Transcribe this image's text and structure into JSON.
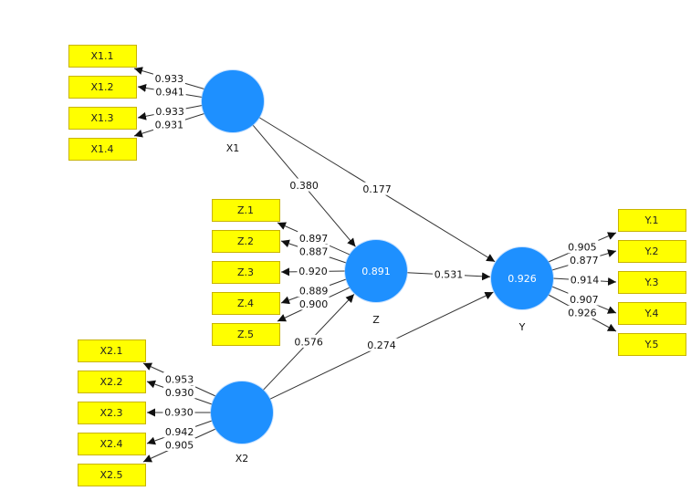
{
  "colors": {
    "latent_fill": "#1e90ff",
    "indicator_fill": "#ffff00",
    "indicator_border": "#c8b400",
    "edge": "#333333",
    "canvas": "#ffffff"
  },
  "latents": [
    {
      "id": "X1",
      "name": "X1",
      "r2": null
    },
    {
      "id": "Z",
      "name": "Z",
      "r2": "0.891"
    },
    {
      "id": "Y",
      "name": "Y",
      "r2": "0.926"
    },
    {
      "id": "X2",
      "name": "X2",
      "r2": null
    }
  ],
  "indicators": {
    "X1": [
      {
        "name": "X1.1",
        "loading": "0.933"
      },
      {
        "name": "X1.2",
        "loading": "0.941"
      },
      {
        "name": "X1.3",
        "loading": "0.933"
      },
      {
        "name": "X1.4",
        "loading": "0.931"
      }
    ],
    "Z": [
      {
        "name": "Z.1",
        "loading": "0.897"
      },
      {
        "name": "Z.2",
        "loading": "0.887"
      },
      {
        "name": "Z.3",
        "loading": "0.920"
      },
      {
        "name": "Z.4",
        "loading": "0.889"
      },
      {
        "name": "Z.5",
        "loading": "0.900"
      }
    ],
    "Y": [
      {
        "name": "Y.1",
        "loading": "0.905"
      },
      {
        "name": "Y.2",
        "loading": "0.877"
      },
      {
        "name": "Y.3",
        "loading": "0.914"
      },
      {
        "name": "Y.4",
        "loading": "0.907"
      },
      {
        "name": "Y.5",
        "loading": "0.926"
      }
    ],
    "X2": [
      {
        "name": "X2.1",
        "loading": "0.953"
      },
      {
        "name": "X2.2",
        "loading": "0.930"
      },
      {
        "name": "X2.3",
        "loading": "0.930"
      },
      {
        "name": "X2.4",
        "loading": "0.942"
      },
      {
        "name": "X2.5",
        "loading": "0.905"
      }
    ]
  },
  "paths": [
    {
      "from": "X1",
      "to": "Z",
      "coef": "0.380"
    },
    {
      "from": "X1",
      "to": "Y",
      "coef": "0.177"
    },
    {
      "from": "Z",
      "to": "Y",
      "coef": "0.531"
    },
    {
      "from": "X2",
      "to": "Z",
      "coef": "0.576"
    },
    {
      "from": "X2",
      "to": "Y",
      "coef": "0.274"
    }
  ]
}
